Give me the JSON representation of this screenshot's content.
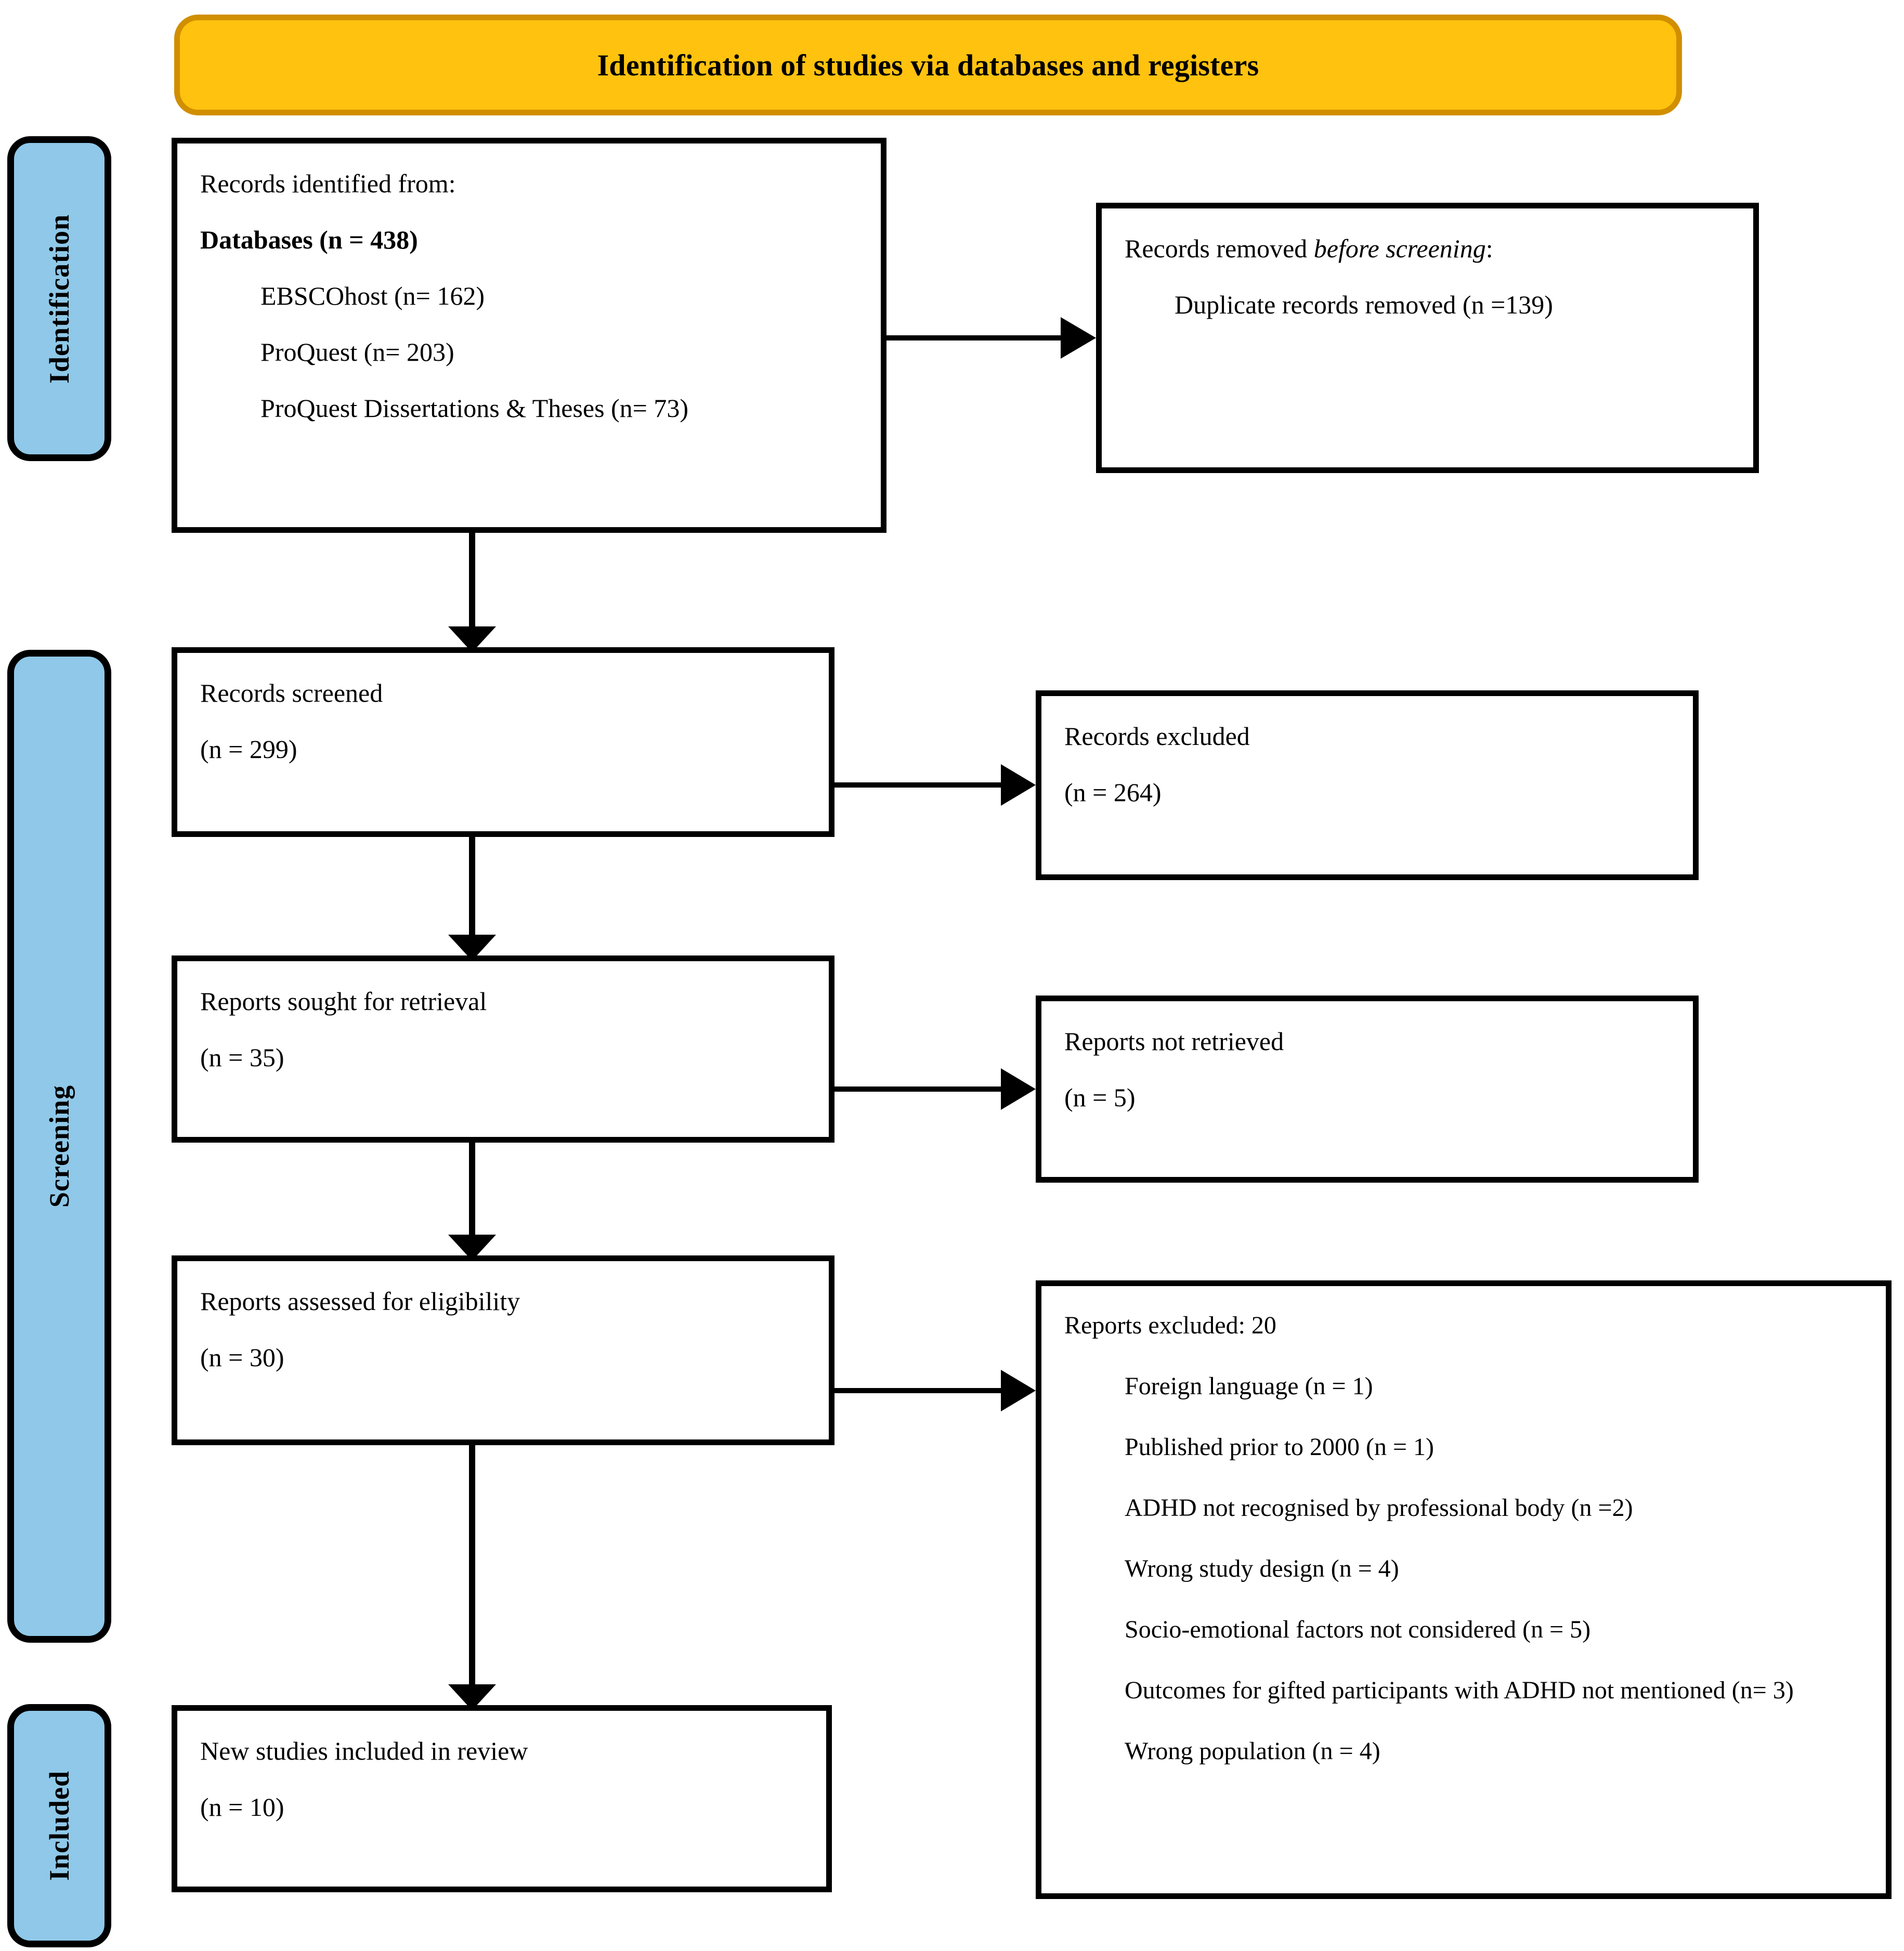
{
  "diagram": {
    "type": "prisma-flow-diagram",
    "banner_title": "Identification of studies via databases and registers",
    "banner_color": "#FFC20E",
    "stage_color": "#8FC8E8"
  },
  "stages": [
    {
      "id": "identification",
      "label": "Identification"
    },
    {
      "id": "screening",
      "label": "Screening"
    },
    {
      "id": "included",
      "label": "Included"
    }
  ],
  "boxes": {
    "identified": {
      "line1": "Records identified from:",
      "line2": "Databases (n = 438)",
      "sources": [
        "EBSCOhost (n= 162)",
        "ProQuest (n= 203)",
        "ProQuest Dissertations & Theses (n= 73)"
      ]
    },
    "removed": {
      "heading_pre": "Records removed ",
      "heading_ital": "before screening",
      "heading_post": ":",
      "item": "Duplicate records removed (n =139)"
    },
    "screened": {
      "label": "Records screened",
      "count": "(n = 299)"
    },
    "records_excluded": {
      "label": "Records excluded",
      "count": "(n = 264)"
    },
    "sought": {
      "label": "Reports sought for retrieval",
      "count": "(n = 35)"
    },
    "not_retrieved": {
      "label": "Reports not retrieved",
      "count": "(n = 5)"
    },
    "assessed": {
      "label": "Reports assessed for eligibility",
      "count": "(n = 30)"
    },
    "reports_excluded": {
      "heading": "Reports excluded: 20",
      "reasons": [
        "Foreign language (n = 1)",
        "Published prior to 2000 (n = 1)",
        "ADHD not recognised by professional body (n =2)",
        "Wrong study design (n = 4)",
        "Socio-emotional factors not considered (n = 5)",
        "Outcomes for gifted participants with ADHD not mentioned (n= 3)",
        "Wrong population (n = 4)"
      ]
    },
    "included": {
      "label": "New studies included in review",
      "count": "(n = 10)"
    }
  }
}
